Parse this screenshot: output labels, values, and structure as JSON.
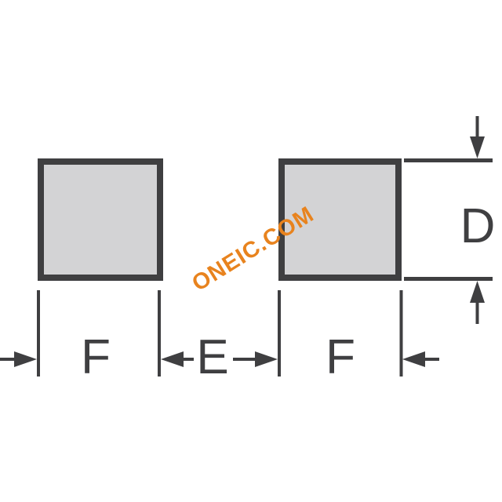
{
  "diagram": {
    "type": "land-pattern-dimension-drawing",
    "dimension_labels": {
      "f_left": "F",
      "e": "E",
      "f_right": "F",
      "d": "D"
    },
    "watermark": {
      "text": "ONEIC.COM"
    },
    "colors": {
      "line": "#3f3f41",
      "pad_fill": "#d3d3d5",
      "watermark": "#e8831e",
      "background": "#ffffff"
    }
  }
}
